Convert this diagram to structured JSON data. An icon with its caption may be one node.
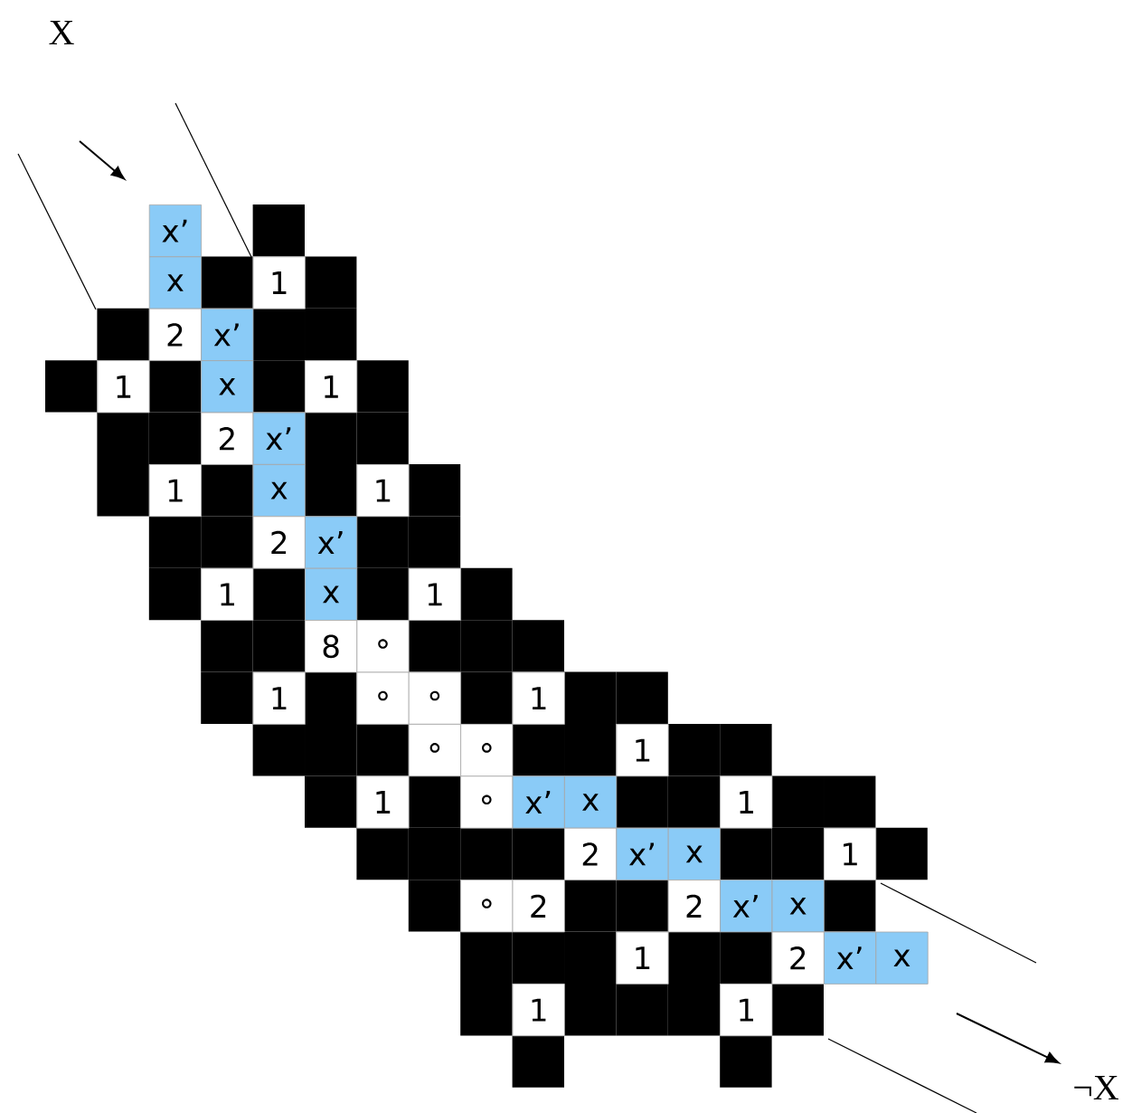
{
  "diagram": {
    "nodes": [
      {
        "text": [
          "x’"
        ]
      },
      {
        "text": [
          "x"
        ]
      },
      {
        "text": [
          "1"
        ]
      },
      {
        "text": [
          "2"
        ]
      },
      {
        "text": [
          "x’"
        ]
      },
      {
        "text": [
          "1"
        ]
      },
      {
        "text": [
          "x"
        ]
      },
      {
        "text": [
          "1"
        ]
      },
      {
        "text": [
          "2"
        ]
      },
      {
        "text": [
          "x’"
        ]
      },
      {
        "text": [
          "1"
        ]
      },
      {
        "text": [
          "x"
        ]
      },
      {
        "text": [
          "1"
        ]
      },
      {
        "text": [
          "2"
        ]
      },
      {
        "text": [
          "x’"
        ]
      },
      {
        "text": [
          "1"
        ]
      },
      {
        "text": [
          "x"
        ]
      },
      {
        "text": [
          "1"
        ]
      },
      {
        "text": [
          "8"
        ]
      },
      {
        "text": [
          "∘"
        ]
      },
      {
        "text": [
          "1"
        ]
      },
      {
        "text": [
          "∘"
        ]
      },
      {
        "text": [
          "∘"
        ]
      },
      {
        "text": [
          "1"
        ]
      },
      {
        "text": [
          "∘"
        ]
      },
      {
        "text": [
          "∘"
        ]
      },
      {
        "text": [
          "1"
        ]
      },
      {
        "text": [
          "1"
        ]
      },
      {
        "text": [
          "∘"
        ]
      },
      {
        "text": [
          "x’"
        ]
      },
      {
        "text": [
          "x"
        ]
      },
      {
        "text": [
          "1"
        ]
      },
      {
        "text": [
          "2"
        ]
      },
      {
        "text": [
          "x’"
        ]
      },
      {
        "text": [
          "x"
        ]
      },
      {
        "text": [
          "1"
        ]
      },
      {
        "text": [
          "∘"
        ]
      },
      {
        "text": [
          "2"
        ]
      },
      {
        "text": [
          "2"
        ]
      },
      {
        "text": [
          "x’"
        ]
      },
      {
        "text": [
          "x"
        ]
      },
      {
        "text": [
          "1"
        ]
      },
      {
        "text": [
          "2"
        ]
      },
      {
        "text": [
          "x’"
        ]
      },
      {
        "text": [
          "x"
        ]
      },
      {
        "text": [
          "1"
        ]
      },
      {
        "text": [
          "1"
        ]
      }
    ],
    "labels": [
      "X",
      "¬X"
    ]
  }
}
